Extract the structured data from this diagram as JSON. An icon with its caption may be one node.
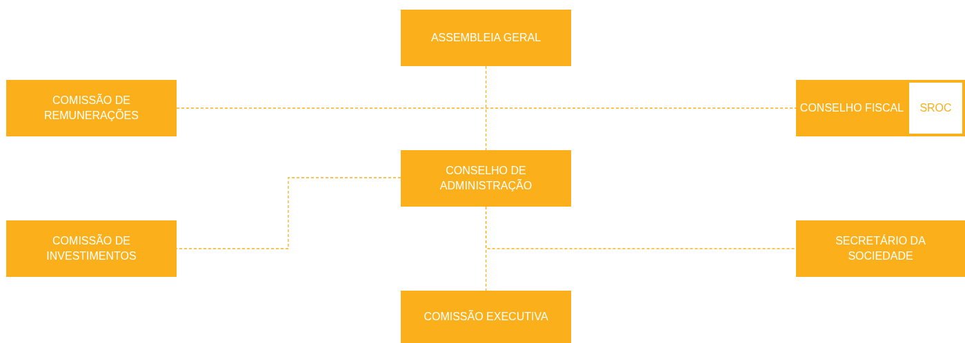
{
  "diagram": {
    "nodes": [
      {
        "text": [
          "ASSEMBLEIA GERAL"
        ]
      },
      {
        "text": [
          "COMISSÃO DE REMUNERAÇÕES"
        ]
      },
      {
        "text": [
          "CONSELHO FISCAL"
        ]
      },
      {
        "text": [
          "SROC"
        ],
        "in": 2
      },
      {
        "text": [
          "CONSELHO DE ADMINISTRAÇÃO"
        ]
      },
      {
        "text": [
          "COMISSÃO DE INVESTIMENTOS"
        ]
      },
      {
        "text": [
          "SECRETÁRIO DA SOCIEDADE"
        ]
      },
      {
        "text": [
          "COMISSÃO EXECUTIVA"
        ]
      }
    ],
    "edges": [
      {
        "from": 0,
        "to": 4,
        "arrow": "none",
        "style": "dashed"
      },
      {
        "from": 1,
        "to": 2,
        "arrow": "none",
        "style": "dashed"
      },
      {
        "from": 4,
        "to": 5,
        "arrow": "none",
        "style": "dashed"
      },
      {
        "from": 4,
        "to": 6,
        "arrow": "none",
        "style": "dashed"
      },
      {
        "from": 4,
        "to": 7,
        "arrow": "none",
        "style": "dashed"
      }
    ]
  }
}
